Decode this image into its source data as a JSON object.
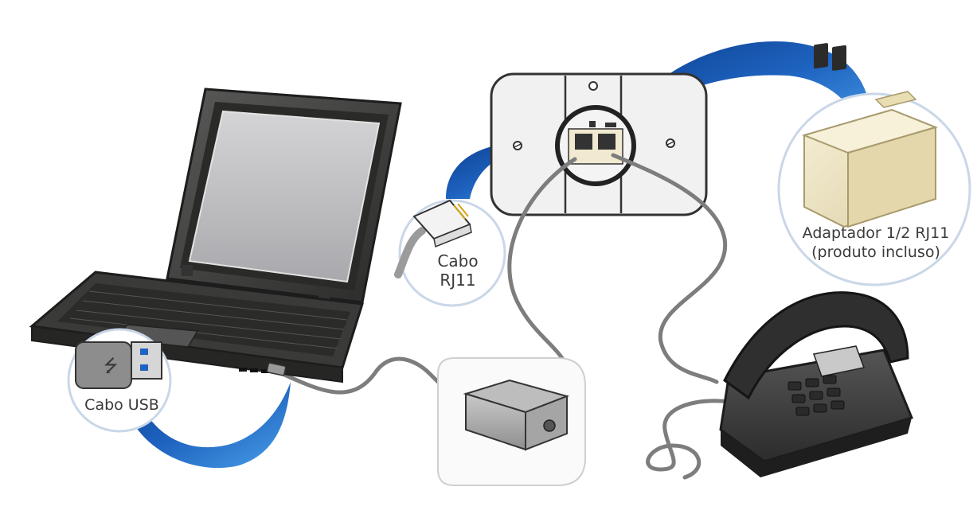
{
  "labels": {
    "usb_cable": "Cabo USB",
    "rj11_cable_line1": "Cabo",
    "rj11_cable_line2": "RJ11",
    "adapter_line1": "Adaptador 1/2 RJ11",
    "adapter_line2": "(produto incluso)"
  },
  "colors": {
    "swoosh_blue": "#1e5fb8",
    "swoosh_light": "#5aa8ea",
    "cable_gray": "#7d7d7d",
    "device_dark": "#3b3b3b",
    "adapter_cream": "#efe6c6",
    "jack_plate": "#f1f1f1"
  }
}
